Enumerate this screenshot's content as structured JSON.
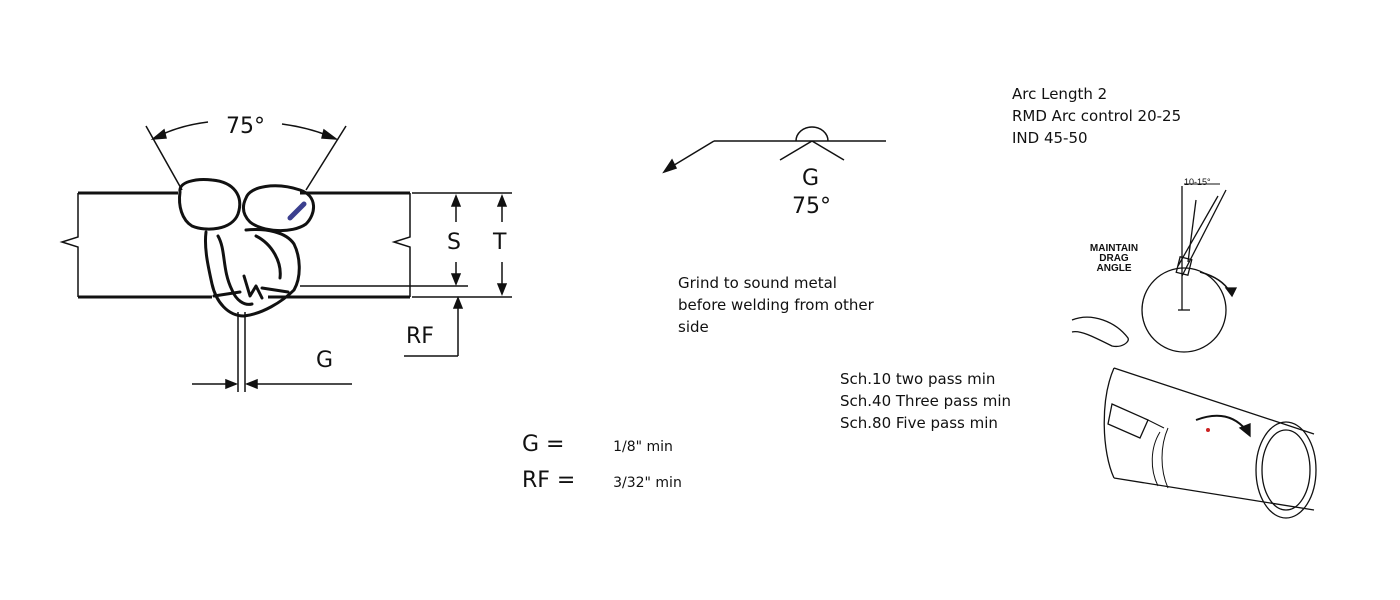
{
  "joint": {
    "angle_label": "75°",
    "s_label": "S",
    "t_label": "T",
    "rf_label": "RF",
    "g_label": "G"
  },
  "symbol": {
    "g_label": "G",
    "angle_label": "75°"
  },
  "arc_notes": [
    "Arc Length 2",
    "RMD Arc control 20-25",
    "IND 45-50"
  ],
  "drag": {
    "label_lines": [
      "MAINTAIN",
      "DRAG",
      "ANGLE"
    ],
    "angle_label": "10-15°"
  },
  "grind_note": [
    "Grind to sound metal",
    "before welding from other",
    "side"
  ],
  "schedule_notes": [
    "Sch.10 two pass min",
    "Sch.40 Three pass min",
    "Sch.80 Five pass min"
  ],
  "requirements": [
    {
      "key": "G =",
      "value": "1/8\" min"
    },
    {
      "key": "RF =",
      "value": "3/32\" min"
    }
  ]
}
